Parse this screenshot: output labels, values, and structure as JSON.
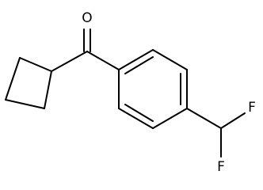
{
  "molecule": {
    "atoms": {
      "oxygen": "O",
      "fluorine_top": "F",
      "fluorine_bottom": "F"
    },
    "colors": {
      "bond": "#000000",
      "background": "#ffffff"
    }
  }
}
